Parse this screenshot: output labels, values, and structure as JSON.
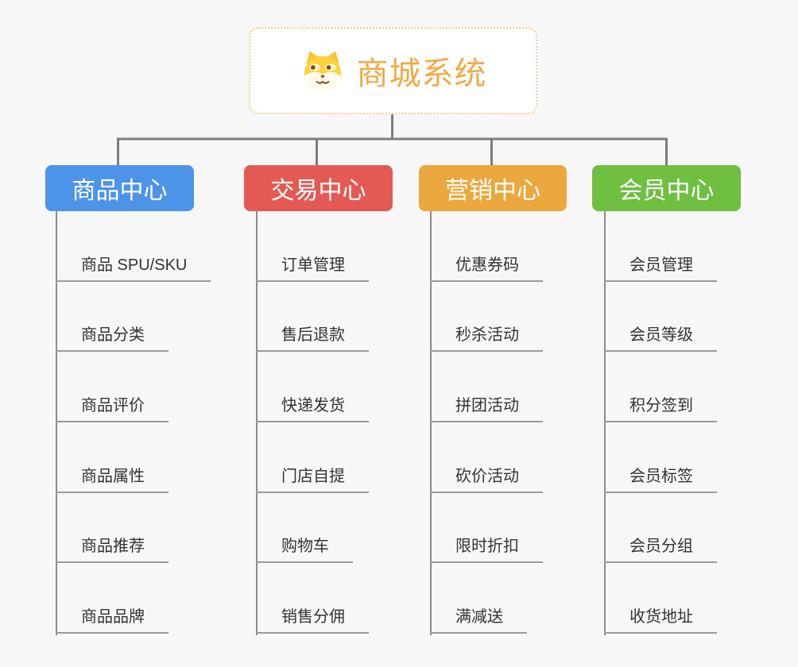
{
  "root": {
    "title": "商城系统",
    "icon": "dog-face-icon",
    "title_color": "#F2A944",
    "border_color": "#F7CB85"
  },
  "connector_color": "#7D7D7D",
  "spine_color": "#8C8C8C",
  "branches": [
    {
      "label": "商品中心",
      "color": "#4D93E8",
      "children": [
        "商品 SPU/SKU",
        "商品分类",
        "商品评价",
        "商品属性",
        "商品推荐",
        "商品品牌"
      ]
    },
    {
      "label": "交易中心",
      "color": "#E35A55",
      "children": [
        "订单管理",
        "售后退款",
        "快递发货",
        "门店自提",
        "购物车",
        "销售分佣"
      ]
    },
    {
      "label": "营销中心",
      "color": "#EAA83E",
      "children": [
        "优惠券码",
        "秒杀活动",
        "拼团活动",
        "砍价活动",
        "限时折扣",
        "满减送"
      ]
    },
    {
      "label": "会员中心",
      "color": "#6FBF41",
      "children": [
        "会员管理",
        "会员等级",
        "积分签到",
        "会员标签",
        "会员分组",
        "收货地址"
      ]
    }
  ]
}
